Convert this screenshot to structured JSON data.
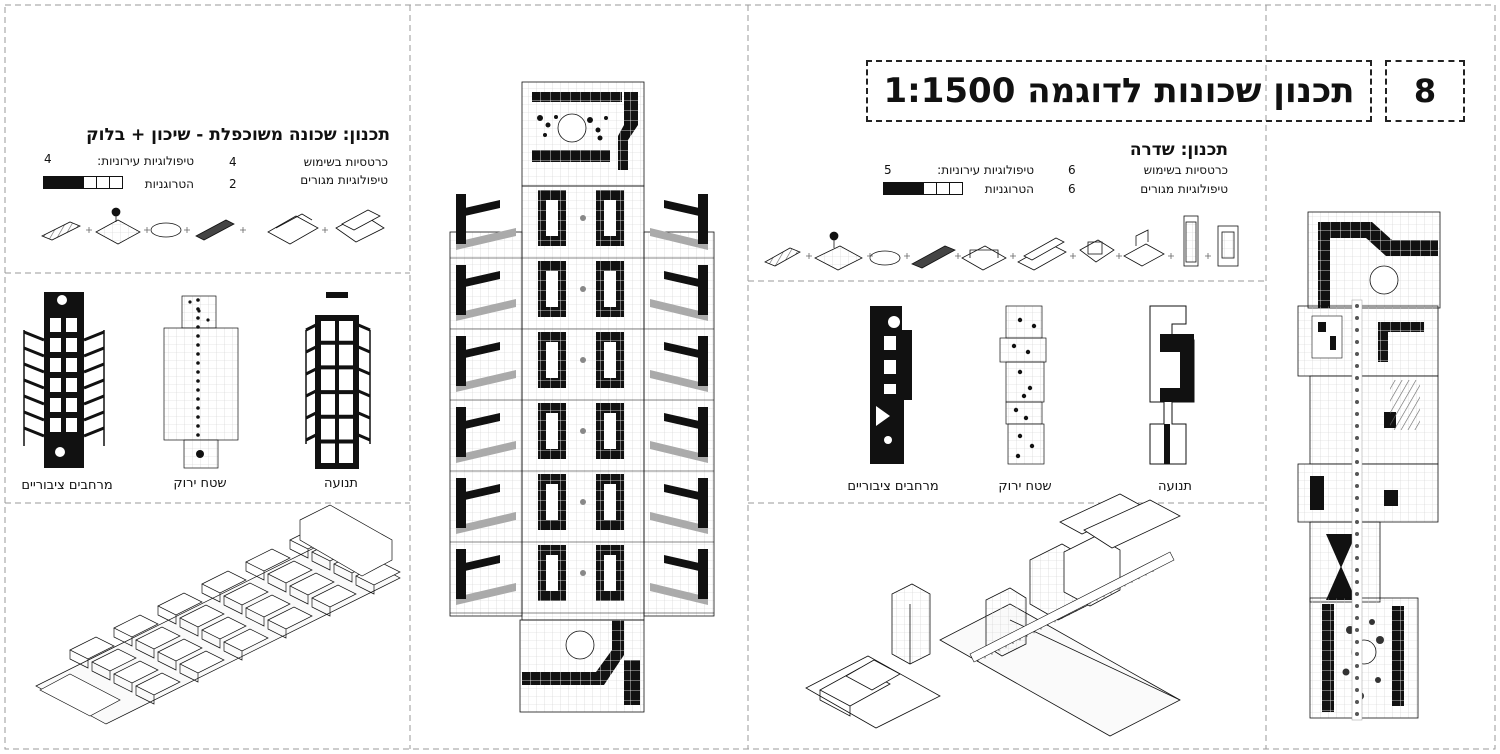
{
  "main_title": {
    "number": "8",
    "text": "תכנון שכונות לדוגמה 1:1500"
  },
  "right_panel": {
    "heading": "תכנון: שדרה",
    "stats": [
      {
        "label": "כרטסיות בשימוש",
        "value": "6"
      },
      {
        "label": "טיפולוגיות מגורים",
        "value": "6"
      }
    ],
    "urban_types": {
      "label": "טיפולוגיות עירוניות:",
      "value": "5"
    },
    "heterogeneity": {
      "label": "הטרוגניות",
      "filled": 3,
      "total": 6
    },
    "captions": [
      "תנועה",
      "שטח ירוק",
      "מרחבים ציבוריים"
    ]
  },
  "left_panel": {
    "heading": "תכנון: שכונה משוכפלת - שיכון + בלוק",
    "stats": [
      {
        "label": "כרטסיות בשימוש",
        "value": "4"
      },
      {
        "label": "טיפולוגיות מגורים",
        "value": "2"
      }
    ],
    "urban_types": {
      "label": "טיפולוגיות עירוניות:",
      "value": "4"
    },
    "heterogeneity": {
      "label": "הטרוגניות",
      "filled": 3,
      "total": 6
    },
    "captions": [
      "תנועה",
      "שטח ירוק",
      "מרחבים ציבוריים"
    ]
  },
  "colors": {
    "ink": "#111111",
    "dash": "#9a9a9a",
    "grid": "#cfcfcf"
  }
}
